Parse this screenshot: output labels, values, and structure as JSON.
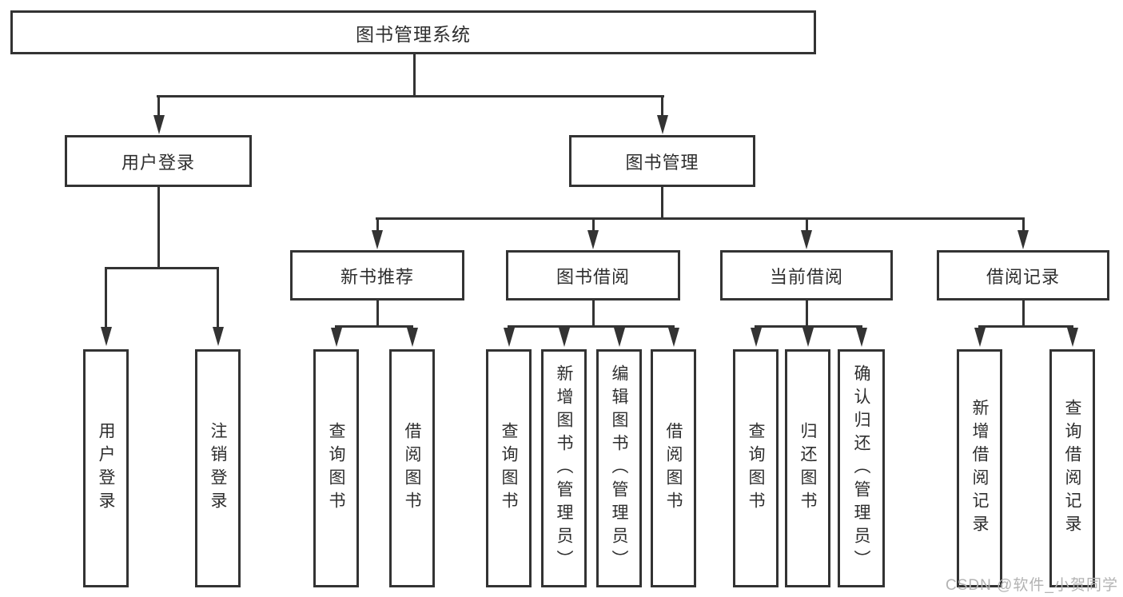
{
  "diagram": {
    "title": "图书管理系统",
    "type": "functional-structure-tree",
    "colors": {
      "line": "#333333",
      "text": "#2e2e2e",
      "watermark": "#b3b3b3",
      "background": "#ffffff"
    },
    "nodes": {
      "root": {
        "label": "图书管理系统"
      },
      "user_login": {
        "label": "用户登录"
      },
      "book_mgmt": {
        "label": "图书管理"
      },
      "new_book_rec": {
        "label": "新书推荐"
      },
      "book_borrow": {
        "label": "图书借阅"
      },
      "current_borrow": {
        "label": "当前借阅"
      },
      "borrow_record": {
        "label": "借阅记录"
      },
      "leaf_login": {
        "label": "用户登录"
      },
      "leaf_logout": {
        "label": "注销登录"
      },
      "leaf_nb_query": {
        "label": "查询图书"
      },
      "leaf_nb_borrow": {
        "label": "借阅图书"
      },
      "leaf_bb_query": {
        "label": "查询图书"
      },
      "leaf_bb_add": {
        "label": "新增图书（管理员）"
      },
      "leaf_bb_edit": {
        "label": "编辑图书（管理员）"
      },
      "leaf_bb_borrow": {
        "label": "借阅图书"
      },
      "leaf_cb_query": {
        "label": "查询图书"
      },
      "leaf_cb_return": {
        "label": "归还图书"
      },
      "leaf_cb_confirm": {
        "label": "确认归还（管理员）"
      },
      "leaf_br_add": {
        "label": "新增借阅记录"
      },
      "leaf_br_query": {
        "label": "查询借阅记录"
      }
    },
    "hierarchy": {
      "root": [
        "user_login",
        "book_mgmt"
      ],
      "user_login": [
        "leaf_login",
        "leaf_logout"
      ],
      "book_mgmt": [
        "new_book_rec",
        "book_borrow",
        "current_borrow",
        "borrow_record"
      ],
      "new_book_rec": [
        "leaf_nb_query",
        "leaf_nb_borrow"
      ],
      "book_borrow": [
        "leaf_bb_query",
        "leaf_bb_add",
        "leaf_bb_edit",
        "leaf_bb_borrow"
      ],
      "current_borrow": [
        "leaf_cb_query",
        "leaf_cb_return",
        "leaf_cb_confirm"
      ],
      "borrow_record": [
        "leaf_br_add",
        "leaf_br_query"
      ]
    },
    "watermark": "CSDN @软件_小贺同学"
  }
}
